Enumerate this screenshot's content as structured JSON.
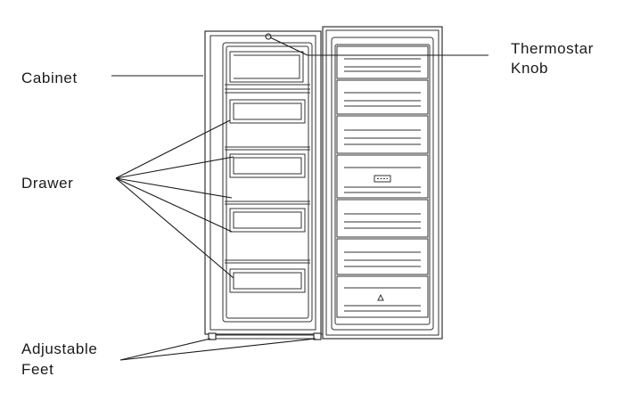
{
  "labels": {
    "cabinet": "Cabinet",
    "drawer": "Drawer",
    "adjustable_line1": "Adjustable",
    "adjustable_line2": "Feet",
    "thermostat_line1": "Thermostar",
    "thermostat_line2": "Knob"
  },
  "colors": {
    "line": "#1a1a1a",
    "outline": "#333333",
    "frame": "#555555",
    "background": "#ffffff"
  }
}
